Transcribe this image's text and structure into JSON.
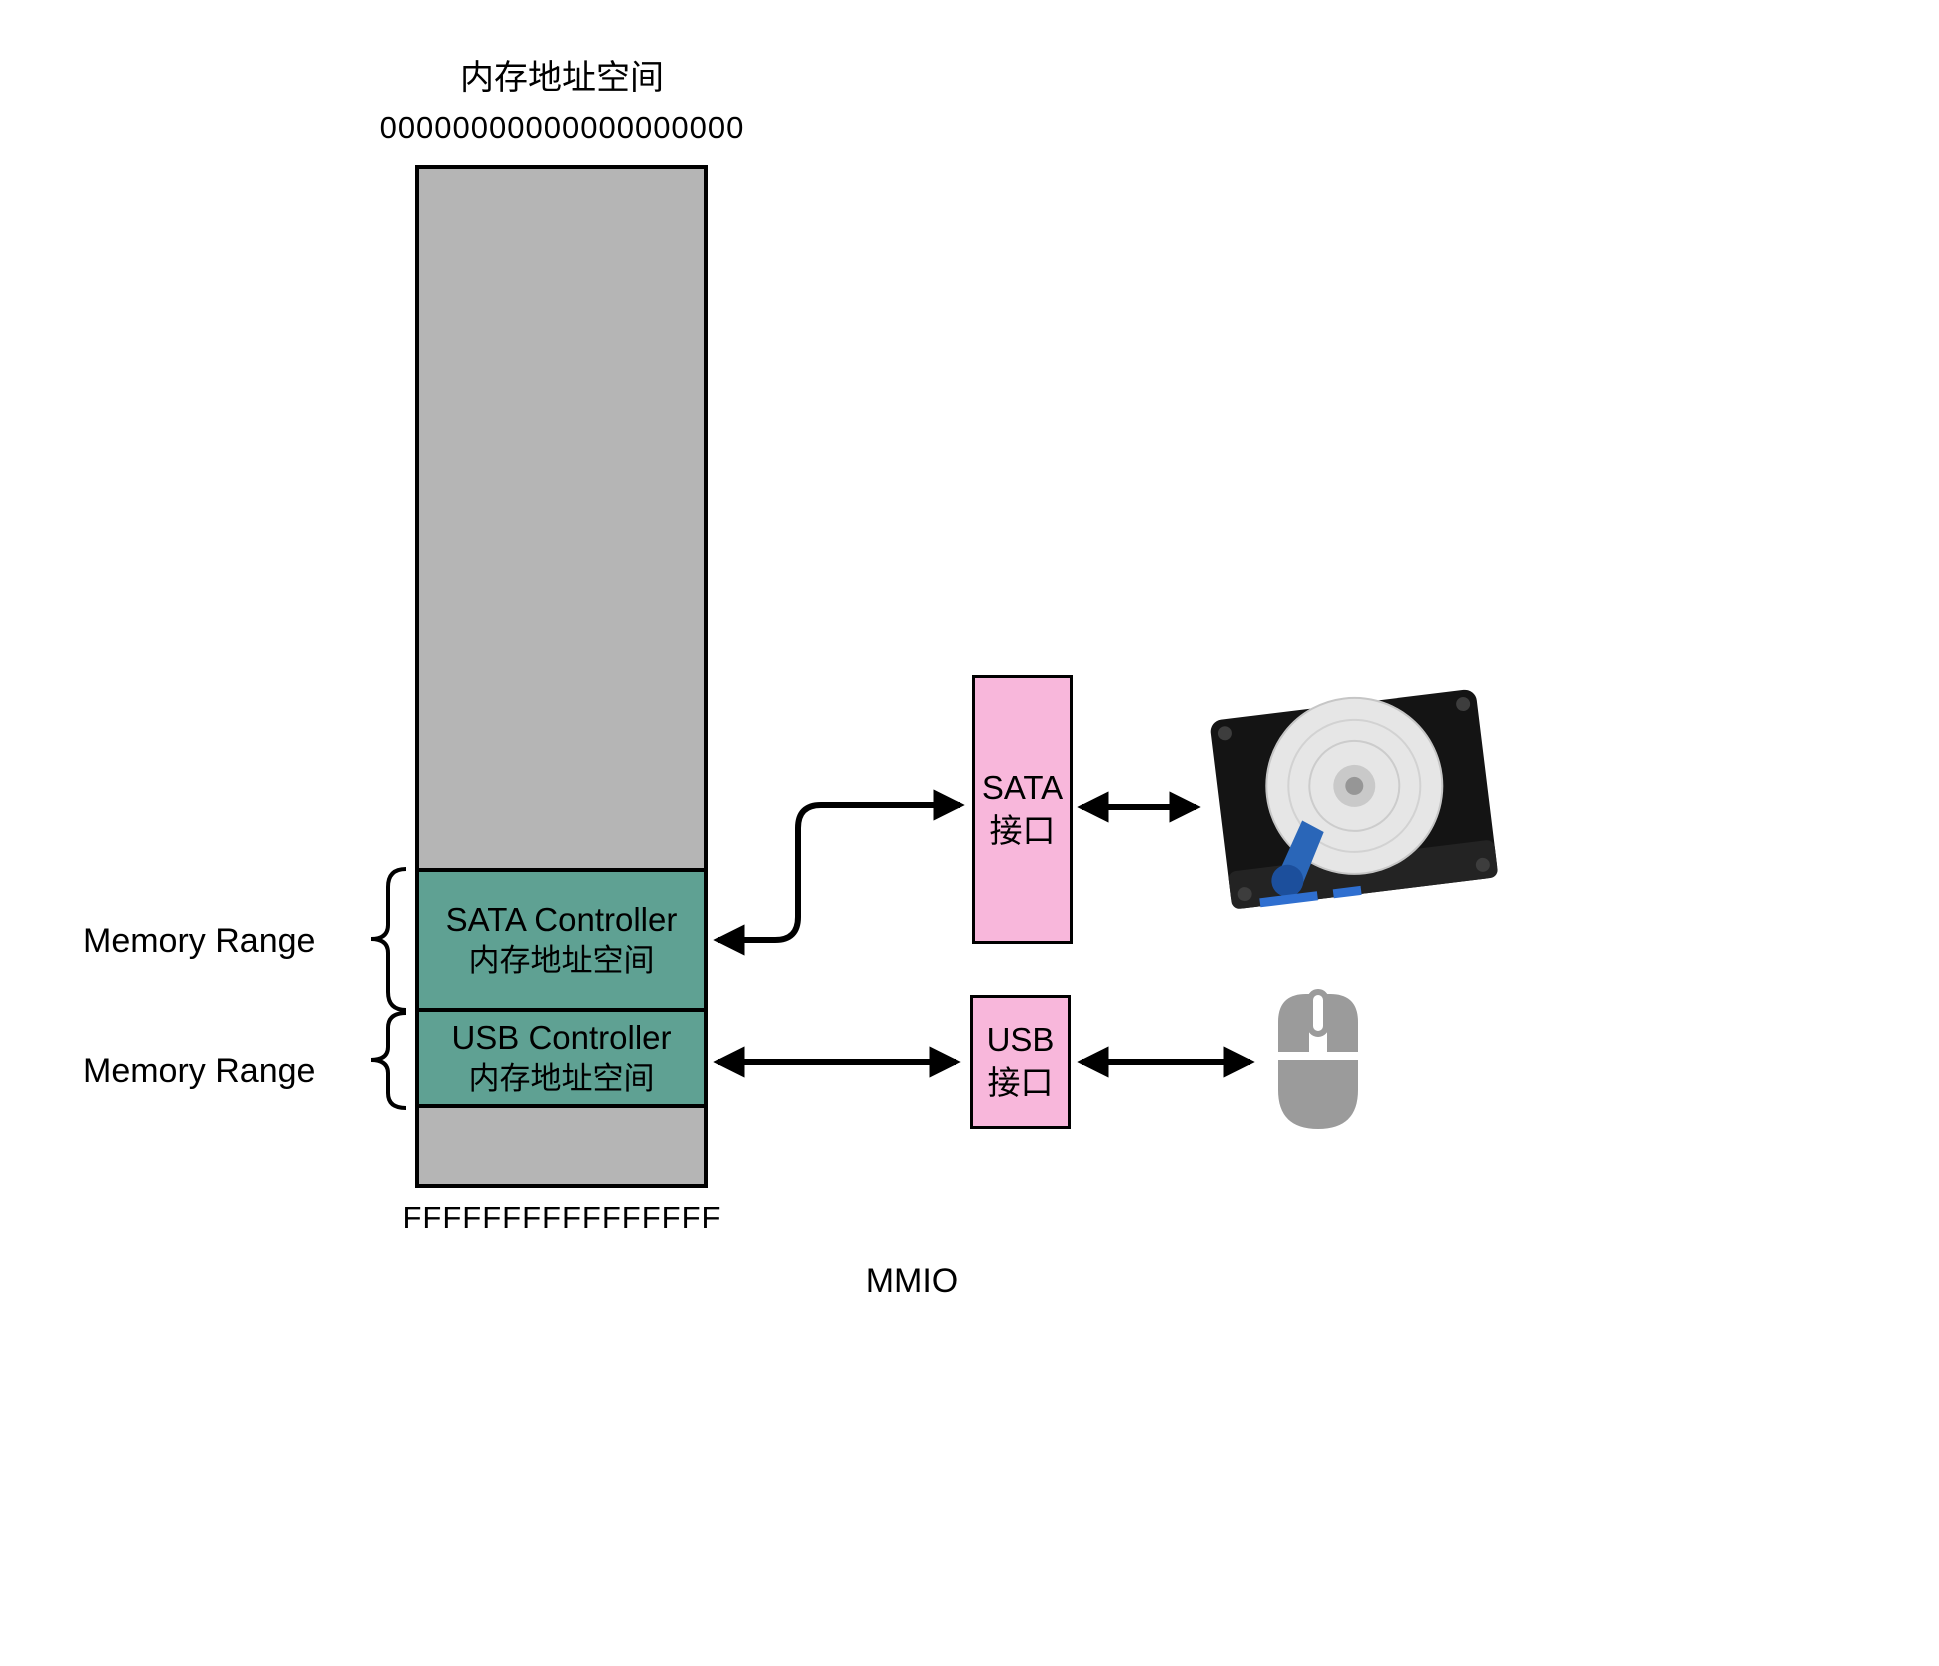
{
  "colors": {
    "memory_bar": "#b5b5b5",
    "controller_section": "#5fa193",
    "interface_box": "#f8b7db",
    "border": "#000000"
  },
  "memory": {
    "title": "内存地址空间",
    "address_top": "00000000000000000000",
    "address_bottom": "FFFFFFFFFFFFFFFF",
    "sections": {
      "sata": {
        "line1": "SATA Controller",
        "line2": "内存地址空间"
      },
      "usb": {
        "line1": "USB Controller",
        "line2": "内存地址空间"
      }
    }
  },
  "ranges": {
    "sata_label": "Memory Range",
    "usb_label": "Memory Range"
  },
  "interfaces": {
    "sata": {
      "line1": "SATA",
      "line2": "接口"
    },
    "usb": {
      "line1": "USB",
      "line2": "接口"
    }
  },
  "footer": {
    "mmio_label": "MMIO"
  },
  "devices": {
    "hard_disk": "hard-disk-drive",
    "mouse": "computer-mouse"
  }
}
